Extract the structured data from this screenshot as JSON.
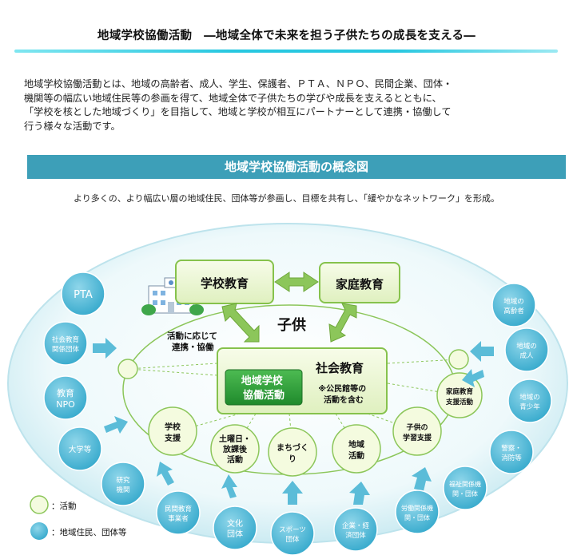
{
  "title": "地域学校協働活動　―地域全体で未来を担う子供たちの成長を支える―",
  "intro_lines": [
    "地域学校協働活動とは、地域の高齢者、成人、学生、保護者、ＰＴＡ、ＮＰＯ、民間企業、団体・",
    "機関等の幅広い地域住民等の参画を得て、地域全体で子供たちの学びや成長を支えるとともに、",
    "「学校を核とした地域づくり」を目指して、地域と学校が相互にパートナーとして連携・協働して",
    "行う様々な活動です。"
  ],
  "section_title": "地域学校協働活動の概念図",
  "section_subtitle": "より多くの、より幅広い層の地域住民、団体等が参画し、目標を共有し、「緩やかなネットワーク」を形成。",
  "diagram": {
    "school": "学校教育",
    "family": "家庭教育",
    "child": "子供",
    "cooperation": [
      "活動に応じて",
      "連携・協働"
    ],
    "social": "社会教育",
    "collab": [
      "地域学校",
      "協働活動"
    ],
    "social_note": [
      "※公民館等の",
      "活動を含む"
    ],
    "activities": [
      [
        "学校",
        "支援"
      ],
      [
        "土曜日・",
        "放課後",
        "活動"
      ],
      [
        "まちづく",
        "り"
      ],
      [
        "地域",
        "活動"
      ],
      [
        "子供の",
        "学習支援"
      ],
      [
        "家庭教育",
        "支援活動"
      ]
    ],
    "residents_left": [
      [
        "PTA"
      ],
      [
        "社会教育",
        "関係団体"
      ],
      [
        "教育",
        "NPO"
      ],
      [
        "大学等"
      ],
      [
        "研究",
        "機関"
      ],
      [
        "民間教育",
        "事業者"
      ]
    ],
    "residents_bottom": [
      [
        "文化",
        "団体"
      ],
      [
        "スポーツ",
        "団体"
      ],
      [
        "企業・経",
        "済団体"
      ],
      [
        "労働関係機",
        "関・団体"
      ],
      [
        "福祉関係機",
        "関・団体"
      ]
    ],
    "residents_right": [
      [
        "地域の",
        "高齢者"
      ],
      [
        "地域の",
        "成人"
      ],
      [
        "地域の",
        "青少年"
      ],
      [
        "警察・",
        "消防等"
      ]
    ],
    "legend": {
      "activity": "：活動",
      "resident": "：地域住民、団体等"
    }
  },
  "colors": {
    "accent": "#3d9fb8",
    "box_fill": "#e6f5c9",
    "box_border": "#86c24c",
    "collab_fill": "#2e9e3a",
    "resident_circle": "#4fb9d9",
    "activity_circle": "#f4fbdf"
  }
}
